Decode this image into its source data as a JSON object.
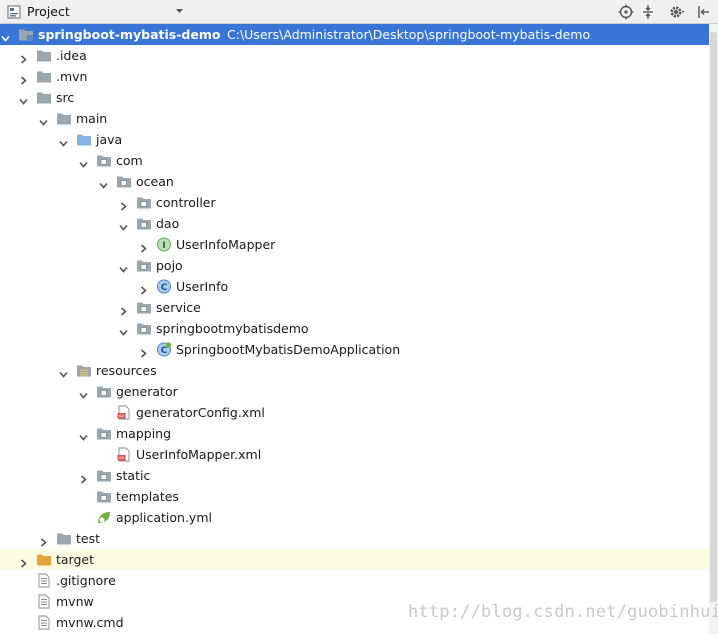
{
  "toolbar": {
    "title": "Project",
    "icons": [
      "project-view-icon",
      "dropdown-arrow-icon",
      "target-icon",
      "collapse-all-icon",
      "gear-icon",
      "hide-panel-icon"
    ]
  },
  "tree": [
    {
      "label": "springboot-mybatis-demo",
      "path": "C:\\Users\\Administrator\\Desktop\\springboot-mybatis-demo",
      "depth": 0,
      "arrow": "down",
      "icon": "module-folder-icon",
      "selected": true
    },
    {
      "label": ".idea",
      "depth": 1,
      "arrow": "right",
      "icon": "folder-icon"
    },
    {
      "label": ".mvn",
      "depth": 1,
      "arrow": "right",
      "icon": "folder-icon"
    },
    {
      "label": "src",
      "depth": 1,
      "arrow": "down",
      "icon": "folder-icon"
    },
    {
      "label": "main",
      "depth": 2,
      "arrow": "down",
      "icon": "folder-icon"
    },
    {
      "label": "java",
      "depth": 3,
      "arrow": "down",
      "icon": "source-folder-icon"
    },
    {
      "label": "com",
      "depth": 4,
      "arrow": "down",
      "icon": "package-icon"
    },
    {
      "label": "ocean",
      "depth": 5,
      "arrow": "down",
      "icon": "package-icon"
    },
    {
      "label": "controller",
      "depth": 6,
      "arrow": "right",
      "icon": "package-icon"
    },
    {
      "label": "dao",
      "depth": 6,
      "arrow": "down",
      "icon": "package-icon"
    },
    {
      "label": "UserInfoMapper",
      "depth": 7,
      "arrow": "right",
      "icon": "interface-icon"
    },
    {
      "label": "pojo",
      "depth": 6,
      "arrow": "down",
      "icon": "package-icon"
    },
    {
      "label": "UserInfo",
      "depth": 7,
      "arrow": "right",
      "icon": "class-icon"
    },
    {
      "label": "service",
      "depth": 6,
      "arrow": "right",
      "icon": "package-icon"
    },
    {
      "label": "springbootmybatisdemo",
      "depth": 6,
      "arrow": "down",
      "icon": "package-icon"
    },
    {
      "label": "SpringbootMybatisDemoApplication",
      "depth": 7,
      "arrow": "right",
      "icon": "spring-boot-class-icon"
    },
    {
      "label": "resources",
      "depth": 3,
      "arrow": "down",
      "icon": "resources-folder-icon"
    },
    {
      "label": "generator",
      "depth": 4,
      "arrow": "down",
      "icon": "package-icon"
    },
    {
      "label": "generatorConfig.xml",
      "depth": 5,
      "arrow": "none",
      "icon": "xml-file-icon"
    },
    {
      "label": "mapping",
      "depth": 4,
      "arrow": "down",
      "icon": "package-icon"
    },
    {
      "label": "UserInfoMapper.xml",
      "depth": 5,
      "arrow": "none",
      "icon": "xml-file-icon"
    },
    {
      "label": "static",
      "depth": 4,
      "arrow": "right",
      "icon": "package-icon"
    },
    {
      "label": "templates",
      "depth": 4,
      "arrow": "none",
      "icon": "package-icon"
    },
    {
      "label": "application.yml",
      "depth": 4,
      "arrow": "none",
      "icon": "spring-yml-icon"
    },
    {
      "label": "test",
      "depth": 2,
      "arrow": "right",
      "icon": "folder-icon"
    },
    {
      "label": "target",
      "depth": 1,
      "arrow": "right",
      "icon": "excluded-folder-icon",
      "highlight": true
    },
    {
      "label": ".gitignore",
      "depth": 1,
      "arrow": "none",
      "icon": "text-file-icon"
    },
    {
      "label": "mvnw",
      "depth": 1,
      "arrow": "none",
      "icon": "text-file-icon"
    },
    {
      "label": "mvnw.cmd",
      "depth": 1,
      "arrow": "none",
      "icon": "text-file-icon"
    }
  ],
  "watermark": "http://blog.csdn.net/guobinhui",
  "colors": {
    "selection": "#3875d6",
    "highlight_row": "#fcfbe4",
    "folder": "#9aa7b0",
    "source_folder": "#87b3e0",
    "excluded_folder": "#e8a23a",
    "interface_badge": "#7fbf7f",
    "class_badge": "#6fa8dc"
  }
}
